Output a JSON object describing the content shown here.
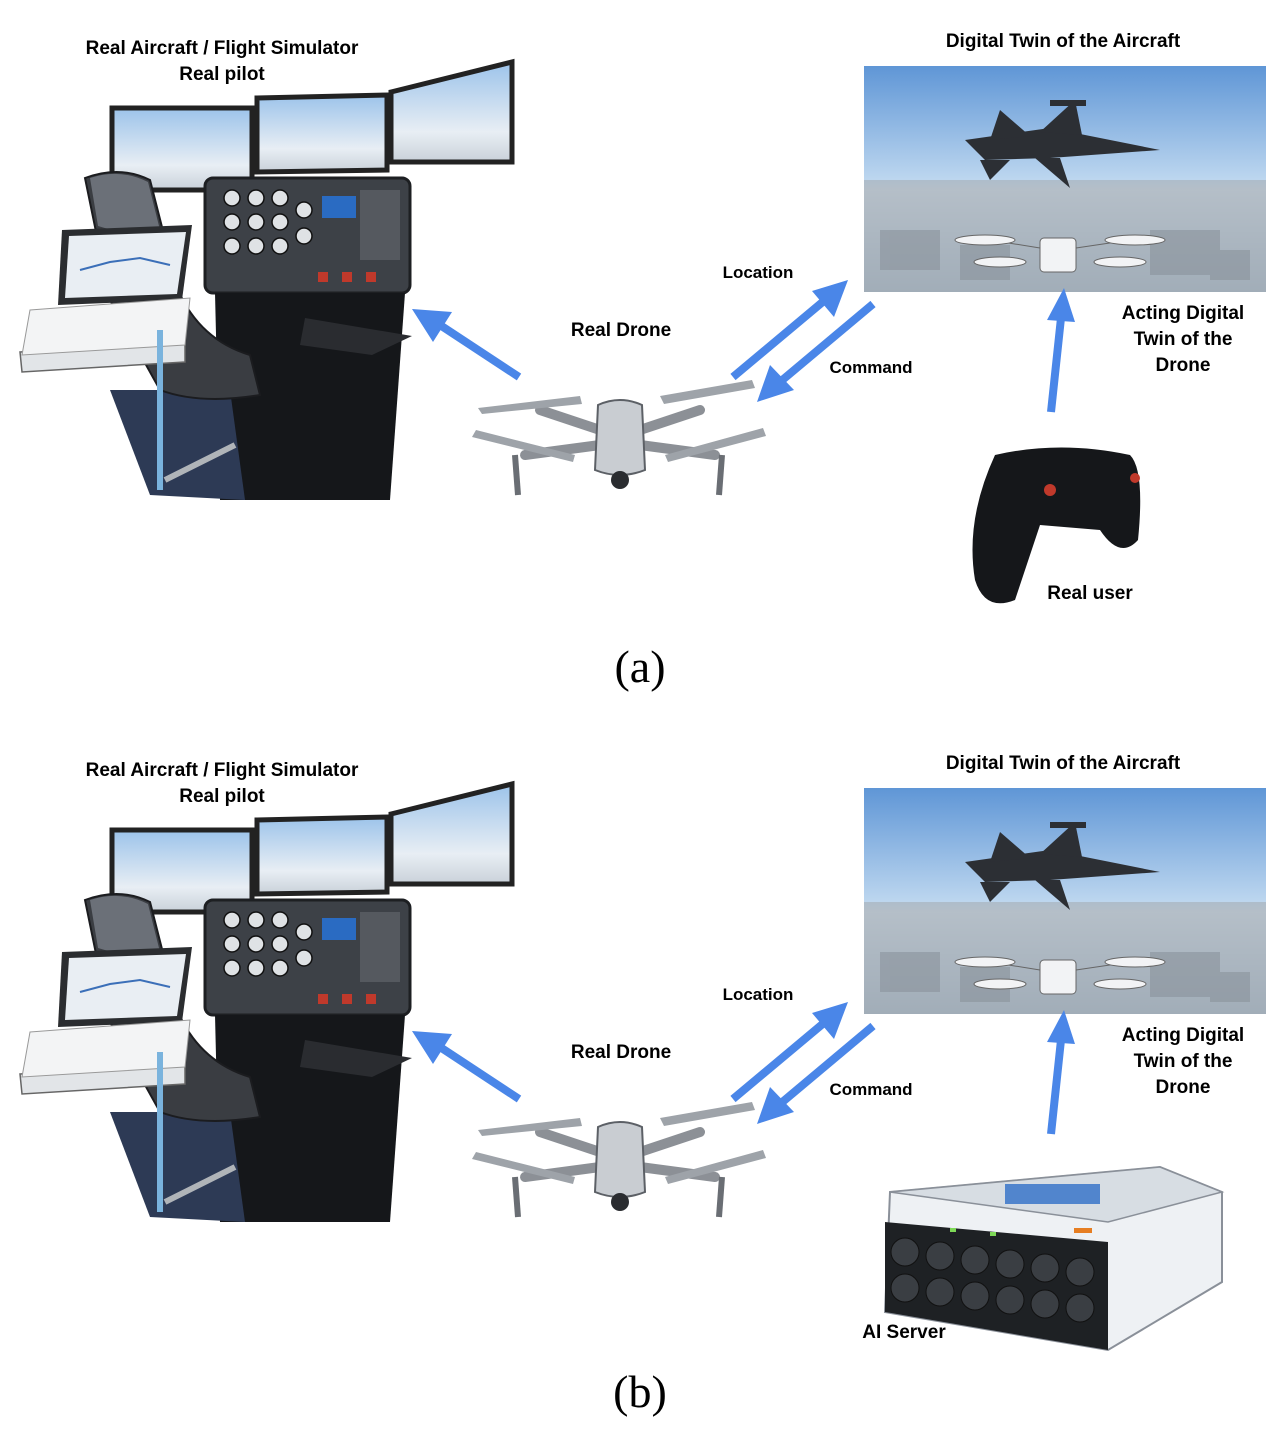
{
  "colors": {
    "arrow": "#4a86e8",
    "sky": "#7fb0e3",
    "ground": "#b9c3cc"
  },
  "icons": {
    "simulator": "flight-simulator-cockpit",
    "drone": "quadcopter-drone",
    "twin": "digital-twin-jet-scene",
    "controller": "gamepad-controller",
    "server": "ai-server-rack"
  },
  "panels": [
    {
      "simulator_title": "Real Aircraft / Flight Simulator",
      "simulator_subtitle": "Real pilot",
      "twin_title": "Digital Twin of the Aircraft",
      "drone_label": "Real Drone",
      "location_label": "Location",
      "command_label": "Command",
      "acting_line1": "Acting Digital",
      "acting_line2": "Twin of the",
      "acting_line3": "Drone",
      "source_label": "Real user",
      "caption": "(a)"
    },
    {
      "simulator_title": "Real Aircraft / Flight Simulator",
      "simulator_subtitle": "Real pilot",
      "twin_title": "Digital Twin of the Aircraft",
      "drone_label": "Real Drone",
      "location_label": "Location",
      "command_label": "Command",
      "acting_line1": "Acting Digital",
      "acting_line2": "Twin of the",
      "acting_line3": "Drone",
      "source_label": "AI Server",
      "caption": "(b)"
    }
  ]
}
